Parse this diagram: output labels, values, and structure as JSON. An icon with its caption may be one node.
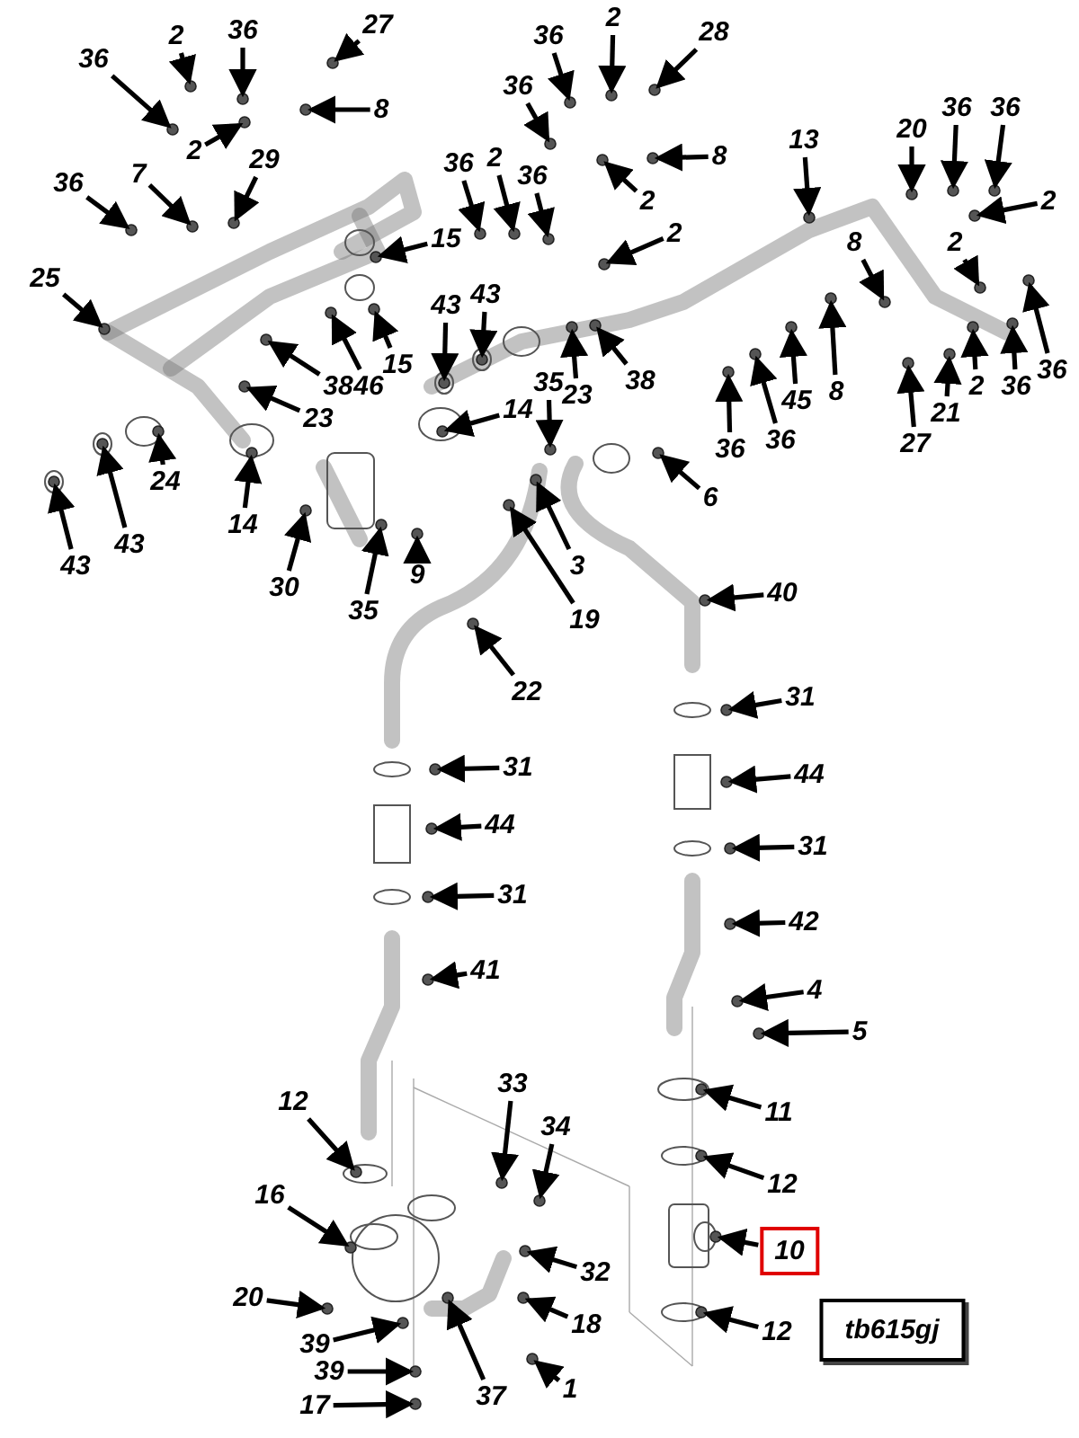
{
  "diagram": {
    "nodes": [
      {
        "text": [
          "36"
        ]
      },
      {
        "text": [
          "2"
        ]
      },
      {
        "text": [
          "36"
        ]
      },
      {
        "text": [
          "27"
        ]
      },
      {
        "text": [
          "8"
        ]
      },
      {
        "text": [
          "2"
        ]
      },
      {
        "text": [
          "36"
        ]
      },
      {
        "text": [
          "7"
        ]
      },
      {
        "text": [
          "29"
        ]
      },
      {
        "text": [
          "25"
        ]
      },
      {
        "text": [
          "15"
        ]
      },
      {
        "text": [
          "15"
        ]
      },
      {
        "text": [
          "38"
        ]
      },
      {
        "text": [
          "46"
        ]
      },
      {
        "text": [
          "23"
        ]
      },
      {
        "text": [
          "24"
        ]
      },
      {
        "text": [
          "43"
        ]
      },
      {
        "text": [
          "43"
        ]
      },
      {
        "text": [
          "14"
        ]
      },
      {
        "text": [
          "14"
        ]
      },
      {
        "text": [
          "30"
        ]
      },
      {
        "text": [
          "35"
        ]
      },
      {
        "text": [
          "9"
        ]
      },
      {
        "text": [
          "43"
        ]
      },
      {
        "text": [
          "43"
        ]
      },
      {
        "text": [
          "36"
        ]
      },
      {
        "text": [
          "2"
        ]
      },
      {
        "text": [
          "36"
        ]
      },
      {
        "text": [
          "2"
        ]
      },
      {
        "text": [
          "28"
        ]
      },
      {
        "text": [
          "8"
        ]
      },
      {
        "text": [
          "2"
        ]
      },
      {
        "text": [
          "36"
        ]
      },
      {
        "text": [
          "36"
        ]
      },
      {
        "text": [
          "2"
        ]
      },
      {
        "text": [
          "13"
        ]
      },
      {
        "text": [
          "20"
        ]
      },
      {
        "text": [
          "36"
        ]
      },
      {
        "text": [
          "36"
        ]
      },
      {
        "text": [
          "2"
        ]
      },
      {
        "text": [
          "8"
        ]
      },
      {
        "text": [
          "2"
        ]
      },
      {
        "text": [
          "23"
        ]
      },
      {
        "text": [
          "38"
        ]
      },
      {
        "text": [
          "36"
        ]
      },
      {
        "text": [
          "36"
        ]
      },
      {
        "text": [
          "45"
        ]
      },
      {
        "text": [
          "8"
        ]
      },
      {
        "text": [
          "27"
        ]
      },
      {
        "text": [
          "21"
        ]
      },
      {
        "text": [
          "2"
        ]
      },
      {
        "text": [
          "36"
        ]
      },
      {
        "text": [
          "36"
        ]
      },
      {
        "text": [
          "35"
        ]
      },
      {
        "text": [
          "3"
        ]
      },
      {
        "text": [
          "19"
        ]
      },
      {
        "text": [
          "6"
        ]
      },
      {
        "text": [
          "40"
        ]
      },
      {
        "text": [
          "22"
        ]
      },
      {
        "text": [
          "31"
        ]
      },
      {
        "text": [
          "44"
        ]
      },
      {
        "text": [
          "31"
        ]
      },
      {
        "text": [
          "41"
        ]
      },
      {
        "text": [
          "12"
        ]
      },
      {
        "text": [
          "16"
        ]
      },
      {
        "text": [
          "20"
        ]
      },
      {
        "text": [
          "39"
        ]
      },
      {
        "text": [
          "39"
        ]
      },
      {
        "text": [
          "17"
        ]
      },
      {
        "text": [
          "37"
        ]
      },
      {
        "text": [
          "33"
        ]
      },
      {
        "text": [
          "31"
        ]
      },
      {
        "text": [
          "44"
        ]
      },
      {
        "text": [
          "31"
        ]
      },
      {
        "text": [
          "42"
        ]
      },
      {
        "text": [
          "4"
        ]
      },
      {
        "text": [
          "5"
        ]
      },
      {
        "text": [
          "11"
        ]
      },
      {
        "text": [
          "12"
        ]
      },
      {
        "text": [
          "10"
        ]
      },
      {
        "text": [
          "12"
        ]
      },
      {
        "text": [
          "34"
        ]
      },
      {
        "text": [
          "32"
        ]
      },
      {
        "text": [
          "18"
        ]
      },
      {
        "text": [
          "1"
        ]
      },
      {
        "text": [
          "tb615gj"
        ]
      },
      {
        "text": [],
        "shape": "circle"
      },
      {
        "text": [],
        "shape": "circle"
      },
      {
        "text": [],
        "shape": "circle"
      },
      {
        "text": [],
        "shape": "circle"
      },
      {
        "text": [],
        "shape": "circle"
      },
      {
        "text": [],
        "shape": "circle"
      },
      {
        "text": [],
        "shape": "circle"
      },
      {
        "text": [],
        "shape": "circle"
      },
      {
        "text": [],
        "shape": "circle"
      },
      {
        "text": [],
        "shape": "circle"
      },
      {
        "text": [],
        "shape": "circle"
      },
      {
        "text": [],
        "shape": "circle"
      },
      {
        "text": [],
        "shape": "circle"
      },
      {
        "text": [],
        "shape": "circle"
      },
      {
        "text": [],
        "shape": "circle"
      },
      {
        "text": [],
        "shape": "circle"
      },
      {
        "text": [],
        "shape": "circle"
      },
      {
        "text": [],
        "shape": "circle"
      },
      {
        "text": [],
        "shape": "circle"
      },
      {
        "text": [],
        "shape": "circle"
      },
      {
        "text": [],
        "shape": "circle"
      },
      {
        "text": [],
        "shape": "circle"
      },
      {
        "text": [],
        "shape": "circle"
      },
      {
        "text": [],
        "shape": "circle"
      },
      {
        "text": [],
        "shape": "circle"
      },
      {
        "text": [],
        "shape": "circle"
      },
      {
        "text": [],
        "shape": "circle"
      },
      {
        "text": [],
        "shape": "circle"
      },
      {
        "text": [],
        "shape": "circle"
      },
      {
        "text": [],
        "shape": "circle"
      },
      {
        "text": [],
        "shape": "circle"
      },
      {
        "text": [],
        "shape": "circle"
      },
      {
        "text": [],
        "shape": "circle"
      },
      {
        "text": [],
        "shape": "circle"
      },
      {
        "text": [],
        "shape": "circle"
      },
      {
        "text": [],
        "shape": "circle"
      },
      {
        "text": [],
        "shape": "circle"
      },
      {
        "text": [],
        "shape": "circle"
      },
      {
        "text": [],
        "shape": "circle"
      },
      {
        "text": [],
        "shape": "circle"
      },
      {
        "text": [],
        "shape": "circle"
      },
      {
        "text": [],
        "shape": "circle"
      },
      {
        "text": [],
        "shape": "circle"
      },
      {
        "text": [],
        "shape": "circle"
      },
      {
        "text": [],
        "shape": "circle"
      },
      {
        "text": [],
        "shape": "circle"
      },
      {
        "text": [],
        "shape": "circle"
      },
      {
        "text": [],
        "shape": "circle"
      },
      {
        "text": [],
        "shape": "circle"
      },
      {
        "text": [],
        "shape": "circle"
      },
      {
        "text": [],
        "shape": "circle"
      },
      {
        "text": [],
        "shape": "circle"
      },
      {
        "text": [],
        "shape": "circle"
      },
      {
        "text": [],
        "shape": "circle"
      },
      {
        "text": [],
        "shape": "circle"
      },
      {
        "text": [],
        "shape": "circle"
      },
      {
        "text": [],
        "shape": "circle"
      },
      {
        "text": [],
        "shape": "circle"
      },
      {
        "text": [],
        "shape": "circle"
      },
      {
        "text": [],
        "shape": "circle"
      },
      {
        "text": [],
        "shape": "circle"
      },
      {
        "text": [],
        "shape": "circle"
      },
      {
        "text": [],
        "shape": "circle"
      },
      {
        "text": [],
        "shape": "circle"
      },
      {
        "text": [],
        "shape": "circle"
      },
      {
        "text": [],
        "shape": "circle"
      },
      {
        "text": [],
        "shape": "circle"
      },
      {
        "text": [],
        "shape": "circle"
      },
      {
        "text": [],
        "shape": "circle"
      },
      {
        "text": [],
        "shape": "circle"
      },
      {
        "text": [],
        "shape": "circle"
      },
      {
        "text": [],
        "shape": "circle"
      },
      {
        "text": [],
        "shape": "circle"
      },
      {
        "text": [],
        "shape": "circle"
      },
      {
        "text": [],
        "shape": "circle"
      },
      {
        "text": [],
        "shape": "circle"
      },
      {
        "text": [],
        "shape": "circle"
      },
      {
        "text": [],
        "shape": "circle"
      },
      {
        "text": [],
        "shape": "circle"
      },
      {
        "text": [],
        "shape": "circle"
      },
      {
        "text": [],
        "shape": "circle"
      },
      {
        "text": [],
        "shape": "circle"
      },
      {
        "text": [],
        "shape": "circle"
      },
      {
        "text": [],
        "shape": "circle"
      },
      {
        "text": [],
        "shape": "circle"
      }
    ],
    "edges": [
      {
        "from": 0,
        "to": 86,
        "arrow": "to"
      },
      {
        "from": 1,
        "to": 87,
        "arrow": "to"
      },
      {
        "from": 2,
        "to": 88,
        "arrow": "to"
      },
      {
        "from": 3,
        "to": 89,
        "arrow": "to"
      },
      {
        "from": 4,
        "to": 90,
        "arrow": "to"
      },
      {
        "from": 5,
        "to": 91,
        "arrow": "to"
      },
      {
        "from": 6,
        "to": 92,
        "arrow": "to"
      },
      {
        "from": 7,
        "to": 93,
        "arrow": "to"
      },
      {
        "from": 8,
        "to": 94,
        "arrow": "to"
      },
      {
        "from": 9,
        "to": 95,
        "arrow": "to"
      },
      {
        "from": 10,
        "to": 96,
        "arrow": "to"
      },
      {
        "from": 11,
        "to": 97,
        "arrow": "to"
      },
      {
        "from": 12,
        "to": 98,
        "arrow": "to"
      },
      {
        "from": 13,
        "to": 99,
        "arrow": "to"
      },
      {
        "from": 14,
        "to": 100,
        "arrow": "to"
      },
      {
        "from": 15,
        "to": 101,
        "arrow": "to"
      },
      {
        "from": 16,
        "to": 102,
        "arrow": "to"
      },
      {
        "from": 17,
        "to": 103,
        "arrow": "to"
      },
      {
        "from": 18,
        "to": 104,
        "arrow": "to"
      },
      {
        "from": 19,
        "to": 105,
        "arrow": "to"
      },
      {
        "from": 20,
        "to": 106,
        "arrow": "to"
      },
      {
        "from": 21,
        "to": 107,
        "arrow": "to"
      },
      {
        "from": 22,
        "to": 108,
        "arrow": "to"
      },
      {
        "from": 23,
        "to": 109,
        "arrow": "to"
      },
      {
        "from": 24,
        "to": 110,
        "arrow": "to"
      },
      {
        "from": 25,
        "to": 111,
        "arrow": "to"
      },
      {
        "from": 26,
        "to": 112,
        "arrow": "to"
      },
      {
        "from": 27,
        "to": 113,
        "arrow": "to"
      },
      {
        "from": 28,
        "to": 114,
        "arrow": "to"
      },
      {
        "from": 29,
        "to": 115,
        "arrow": "to"
      },
      {
        "from": 30,
        "to": 116,
        "arrow": "to"
      },
      {
        "from": 31,
        "to": 117,
        "arrow": "to"
      },
      {
        "from": 32,
        "to": 118,
        "arrow": "to"
      },
      {
        "from": 33,
        "to": 119,
        "arrow": "to"
      },
      {
        "from": 34,
        "to": 120,
        "arrow": "to"
      },
      {
        "from": 35,
        "to": 121,
        "arrow": "to"
      },
      {
        "from": 36,
        "to": 122,
        "arrow": "to"
      },
      {
        "from": 37,
        "to": 123,
        "arrow": "to"
      },
      {
        "from": 38,
        "to": 124,
        "arrow": "to"
      },
      {
        "from": 39,
        "to": 125,
        "arrow": "to"
      },
      {
        "from": 40,
        "to": 126,
        "arrow": "to"
      },
      {
        "from": 41,
        "to": 127,
        "arrow": "to"
      },
      {
        "from": 42,
        "to": 128,
        "arrow": "to"
      },
      {
        "from": 43,
        "to": 129,
        "arrow": "to"
      },
      {
        "from": 44,
        "to": 130,
        "arrow": "to"
      },
      {
        "from": 45,
        "to": 131,
        "arrow": "to"
      },
      {
        "from": 46,
        "to": 132,
        "arrow": "to"
      },
      {
        "from": 47,
        "to": 133,
        "arrow": "to"
      },
      {
        "from": 48,
        "to": 134,
        "arrow": "to"
      },
      {
        "from": 49,
        "to": 135,
        "arrow": "to"
      },
      {
        "from": 50,
        "to": 136,
        "arrow": "to"
      },
      {
        "from": 51,
        "to": 137,
        "arrow": "to"
      },
      {
        "from": 52,
        "to": 138,
        "arrow": "to"
      },
      {
        "from": 53,
        "to": 139,
        "arrow": "to"
      },
      {
        "from": 54,
        "to": 140,
        "arrow": "to"
      },
      {
        "from": 55,
        "to": 141,
        "arrow": "to"
      },
      {
        "from": 56,
        "to": 142,
        "arrow": "to"
      },
      {
        "from": 57,
        "to": 143,
        "arrow": "to"
      },
      {
        "from": 58,
        "to": 144,
        "arrow": "to"
      },
      {
        "from": 59,
        "to": 145,
        "arrow": "to"
      },
      {
        "from": 60,
        "to": 146,
        "arrow": "to"
      },
      {
        "from": 61,
        "to": 147,
        "arrow": "to"
      },
      {
        "from": 62,
        "to": 148,
        "arrow": "to"
      },
      {
        "from": 63,
        "to": 149,
        "arrow": "to"
      },
      {
        "from": 64,
        "to": 150,
        "arrow": "to"
      },
      {
        "from": 65,
        "to": 151,
        "arrow": "to"
      },
      {
        "from": 66,
        "to": 152,
        "arrow": "to"
      },
      {
        "from": 67,
        "to": 153,
        "arrow": "to"
      },
      {
        "from": 68,
        "to": 154,
        "arrow": "to"
      },
      {
        "from": 69,
        "to": 155,
        "arrow": "to"
      },
      {
        "from": 70,
        "to": 156,
        "arrow": "to"
      },
      {
        "from": 71,
        "to": 157,
        "arrow": "to"
      },
      {
        "from": 72,
        "to": 158,
        "arrow": "to"
      },
      {
        "from": 73,
        "to": 159,
        "arrow": "to"
      },
      {
        "from": 74,
        "to": 160,
        "arrow": "to"
      },
      {
        "from": 75,
        "to": 161,
        "arrow": "to"
      },
      {
        "from": 76,
        "to": 162,
        "arrow": "to"
      },
      {
        "from": 77,
        "to": 163,
        "arrow": "to"
      },
      {
        "from": 78,
        "to": 164,
        "arrow": "to"
      },
      {
        "from": 79,
        "to": 165,
        "arrow": "to"
      },
      {
        "from": 80,
        "to": 166,
        "arrow": "to"
      },
      {
        "from": 81,
        "to": 167,
        "arrow": "to"
      },
      {
        "from": 82,
        "to": 168,
        "arrow": "to"
      },
      {
        "from": 83,
        "to": 169,
        "arrow": "to"
      },
      {
        "from": 84,
        "to": 170,
        "arrow": "to"
      }
    ]
  }
}
